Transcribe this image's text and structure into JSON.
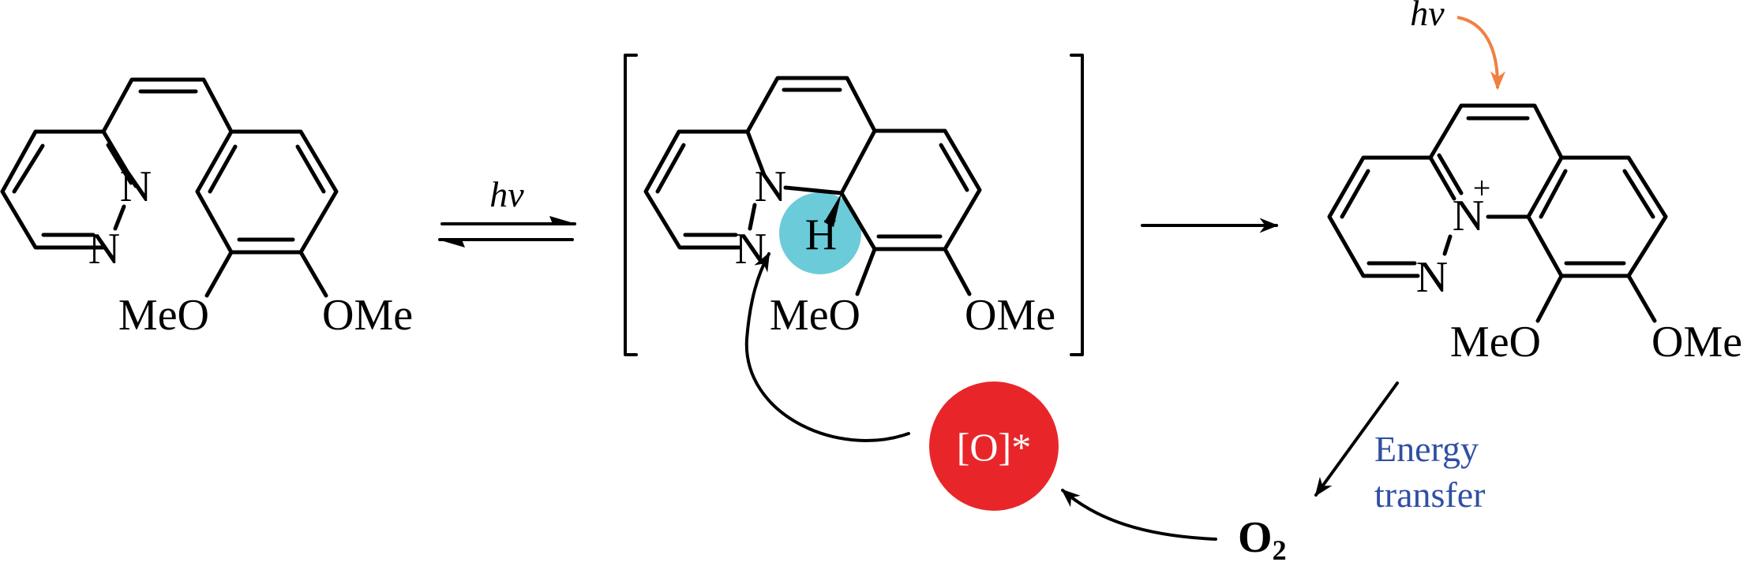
{
  "reactant": {
    "n1": "N",
    "n2": "N",
    "ome_left": "MeO",
    "ome_right": "OMe"
  },
  "equilibrium": {
    "light": "hν"
  },
  "intermediate": {
    "n1": "N",
    "n2": "N",
    "h": "H",
    "ome_left": "MeO",
    "ome_right": "OMe"
  },
  "product": {
    "n_plus": "N",
    "charge": "+",
    "n2": "N",
    "ome_left": "MeO",
    "ome_right": "OMe",
    "light": "hν"
  },
  "cycle": {
    "oxidant": "[O]*",
    "oxygen": "O",
    "oxygen_sub": "2",
    "energy_line1": "Energy",
    "energy_line2": "transfer"
  },
  "colors": {
    "highlight_h": "#6CCBD9",
    "oxidant": "#E8262A",
    "energy_text": "#2F4FA2",
    "light_arrow": "#F08040"
  }
}
